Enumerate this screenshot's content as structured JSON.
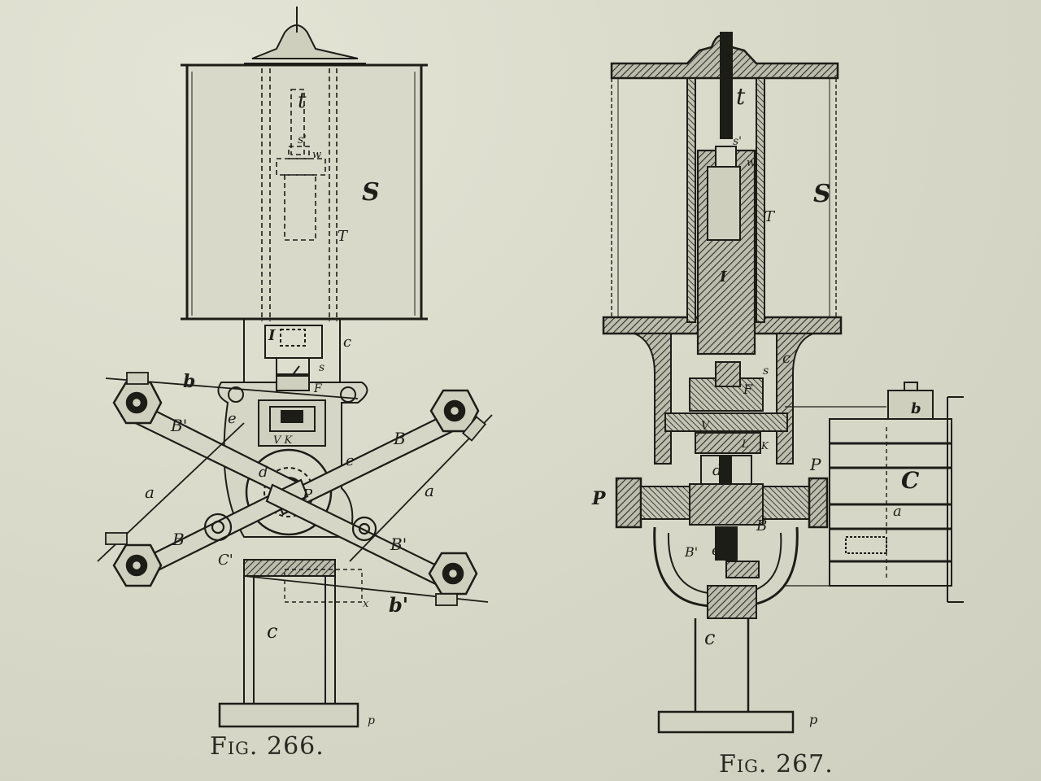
{
  "figures": [
    {
      "caption_word": "Fig.",
      "caption_number": "266.",
      "labels": {
        "t": "t",
        "s_prime": "s'",
        "w": "w",
        "S": "S",
        "T": "T",
        "I": "I",
        "c_upper": "c",
        "s": "s",
        "b": "b",
        "F": "F",
        "V_K": "V K",
        "e_left": "e",
        "e_right": "e",
        "B_prime_left": "B'",
        "B_right": "B",
        "d": "d",
        "P": "P",
        "a_left": "a",
        "a_right": "a",
        "B_left": "B",
        "C_prime": "C'",
        "B_prime_right": "B'",
        "x": "x",
        "b_prime": "b'",
        "c_lower": "c",
        "p": "p"
      }
    },
    {
      "caption_word": "Fig.",
      "caption_number": "267.",
      "labels": {
        "t": "t",
        "s_prime": "s'",
        "w": "w",
        "S": "S",
        "T": "T",
        "I": "I",
        "c_upper": "c",
        "s": "s",
        "F": "F",
        "V": "V",
        "L": "L",
        "K": "K",
        "d": "d",
        "P_left": "P",
        "P_right": "P",
        "b": "b",
        "C": "C",
        "a": "a",
        "B": "B",
        "B_prime": "B'",
        "e": "e",
        "c_lower": "c",
        "p": "p"
      }
    }
  ],
  "colors": {
    "ink": "#1d1d18",
    "paper": "#dcdccd",
    "hatch": "#3a3a32"
  }
}
